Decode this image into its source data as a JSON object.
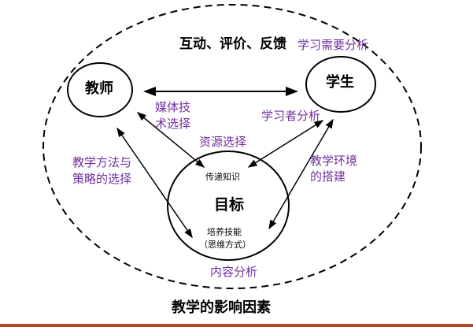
{
  "title": "教学的影响因素",
  "nodes": {
    "teacher": "教师",
    "student": "学生",
    "goal": "目标"
  },
  "goal_items": {
    "knowledge": "传递知识",
    "skills": "培养技能",
    "thinking": "（思维方式）"
  },
  "labels": {
    "interaction": "互动、评价、反馈",
    "needs": "学习需要分析",
    "media1": "媒体技",
    "media2": "术选择",
    "learner": "学习者分析",
    "resource": "资源选择",
    "method1": "教学方法与",
    "method2": "策略的选择",
    "env1": "教学环境",
    "env2": "的搭建",
    "content": "内容分析"
  },
  "colors": {
    "label": "#7030a0",
    "bottom_rule": "#b5482c"
  }
}
